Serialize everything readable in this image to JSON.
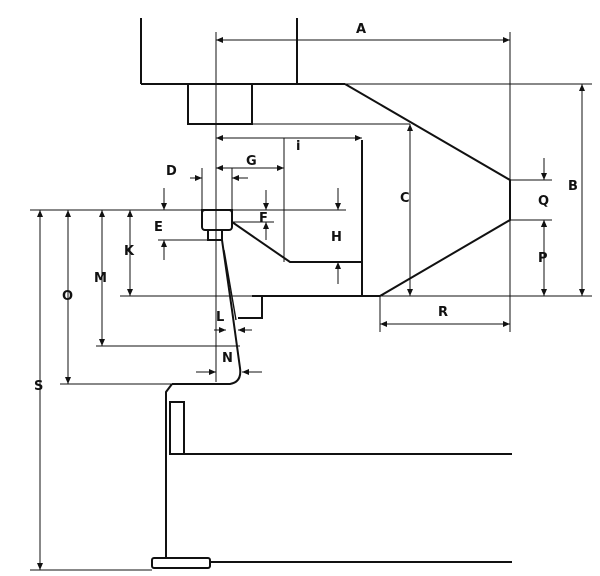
{
  "diagram": {
    "labels": {
      "A": "A",
      "B": "B",
      "C": "C",
      "D": "D",
      "E": "E",
      "F": "F",
      "G": "G",
      "H": "H",
      "i": "i",
      "K": "K",
      "L": "L",
      "M": "M",
      "N": "N",
      "O": "O",
      "P": "P",
      "Q": "Q",
      "R": "R",
      "S": "S"
    }
  }
}
